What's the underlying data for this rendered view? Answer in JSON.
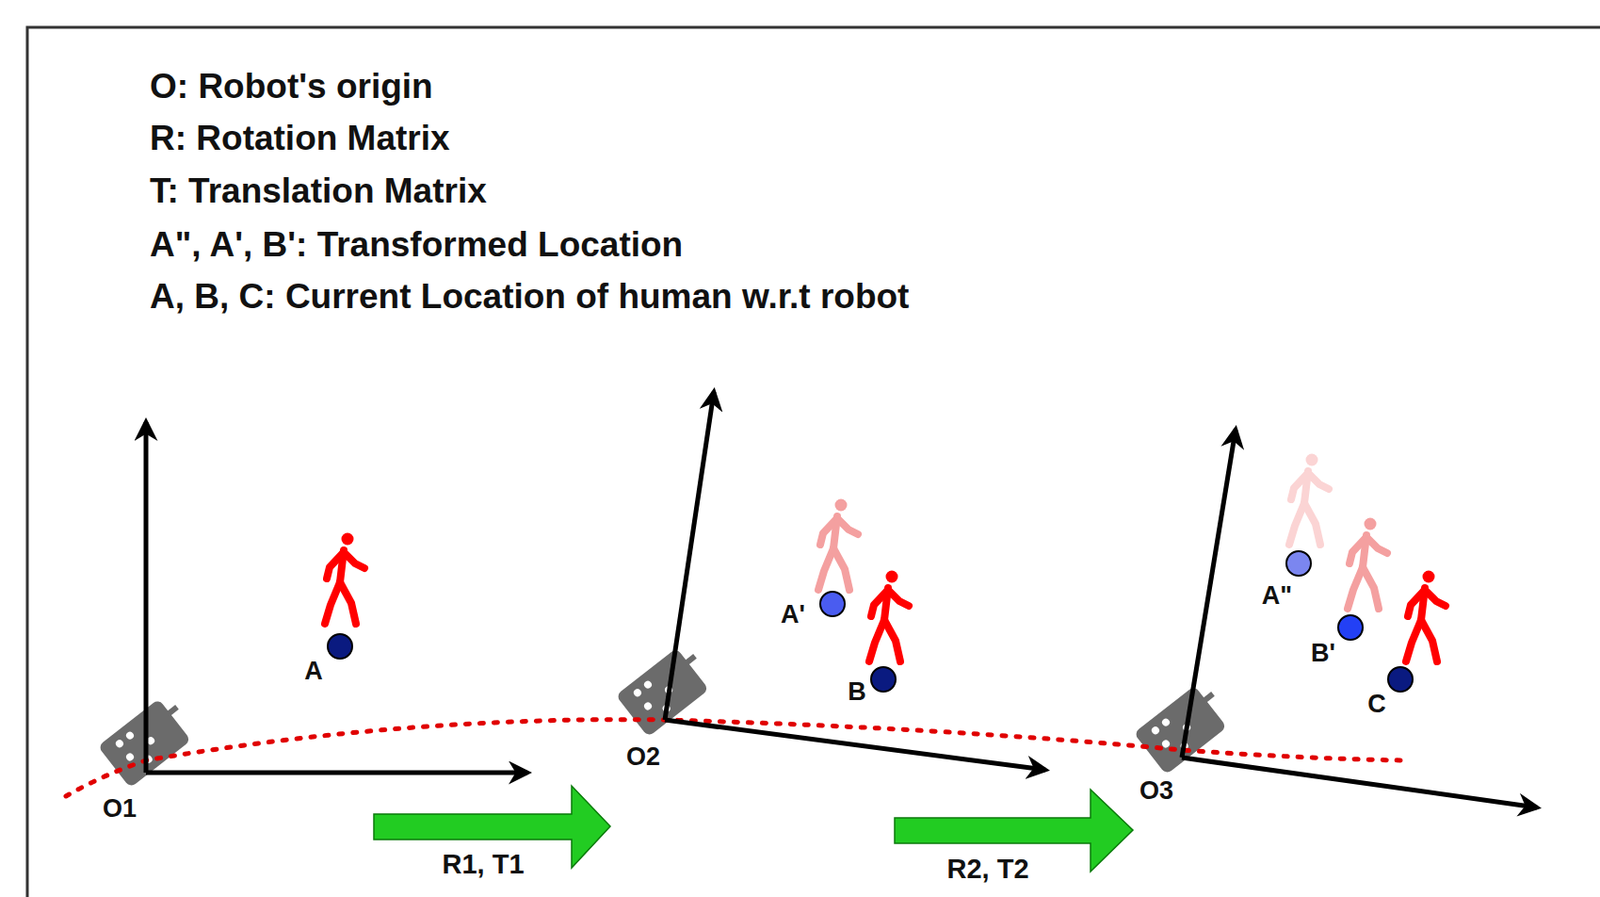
{
  "diagram": {
    "labels": [
      "O: Robot's origin",
      "R: Rotation Matrix",
      "T: Translation Matrix",
      "A\", A', B': Transformed Location",
      "A, B, C: Current Location of human w.r.t robot",
      "A",
      "A'",
      "B",
      "A\"",
      "B'",
      "C",
      "O1",
      "O2",
      "O3",
      "R1, T1",
      "R2, T2"
    ]
  }
}
